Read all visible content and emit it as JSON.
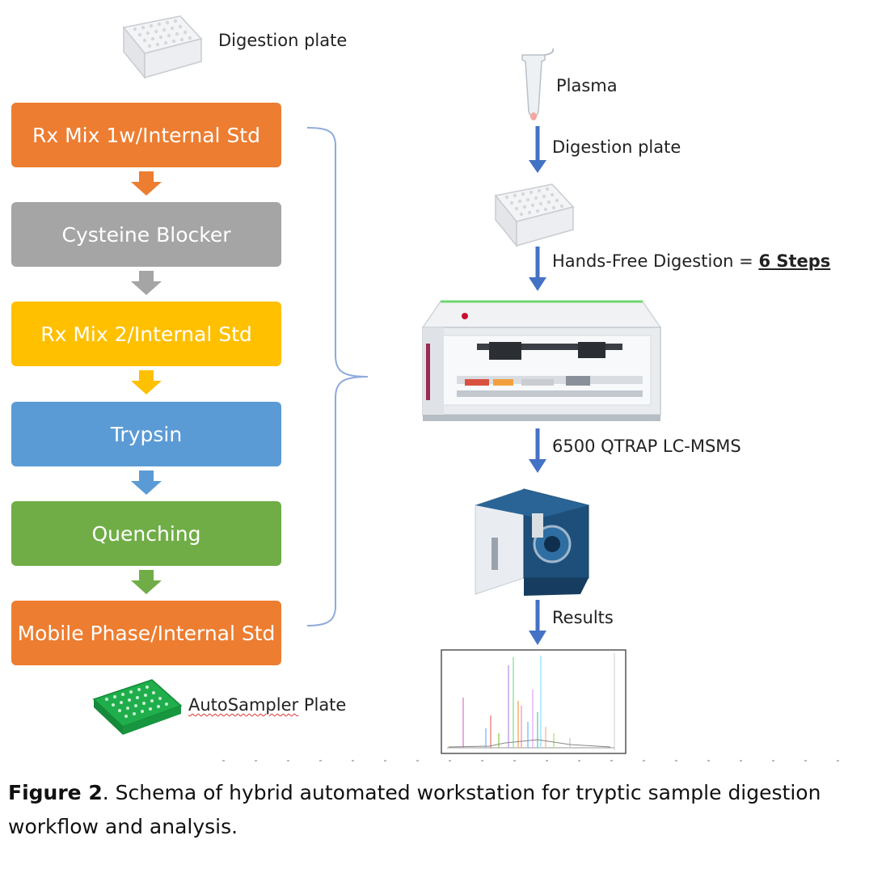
{
  "colors": {
    "orange": "#ED7D31",
    "gray": "#A5A5A5",
    "yellow": "#FFC000",
    "blue": "#5B9BD5",
    "green": "#70AD47",
    "flow_arrow": "#4472C4",
    "brace": "#8FAADC"
  },
  "left": {
    "top_label": "Digestion plate",
    "steps": [
      {
        "label": "Rx Mix 1w/Internal Std",
        "color": "orange"
      },
      {
        "label": "Cysteine Blocker",
        "color": "gray"
      },
      {
        "label": "Rx Mix 2/Internal Std",
        "color": "yellow"
      },
      {
        "label": "Trypsin",
        "color": "blue"
      },
      {
        "label": "Quenching",
        "color": "green"
      },
      {
        "label": "Mobile Phase/Internal Std",
        "color": "orange"
      }
    ],
    "bottom_label_squiggle": "AutoSampler",
    "bottom_label_rest": " Plate"
  },
  "right": {
    "plasma_label": "Plasma",
    "step1_label": "Digestion plate",
    "step2_label": "Hands-Free Digestion = ",
    "step2_emph": "6 Steps",
    "step3_label": "6500 QTRAP LC-MSMS",
    "step4_label": "Results"
  },
  "caption": {
    "figure_label": "Figure 2",
    "text": ". Schema of hybrid automated workstation for tryptic sample digestion workflow and analysis."
  }
}
